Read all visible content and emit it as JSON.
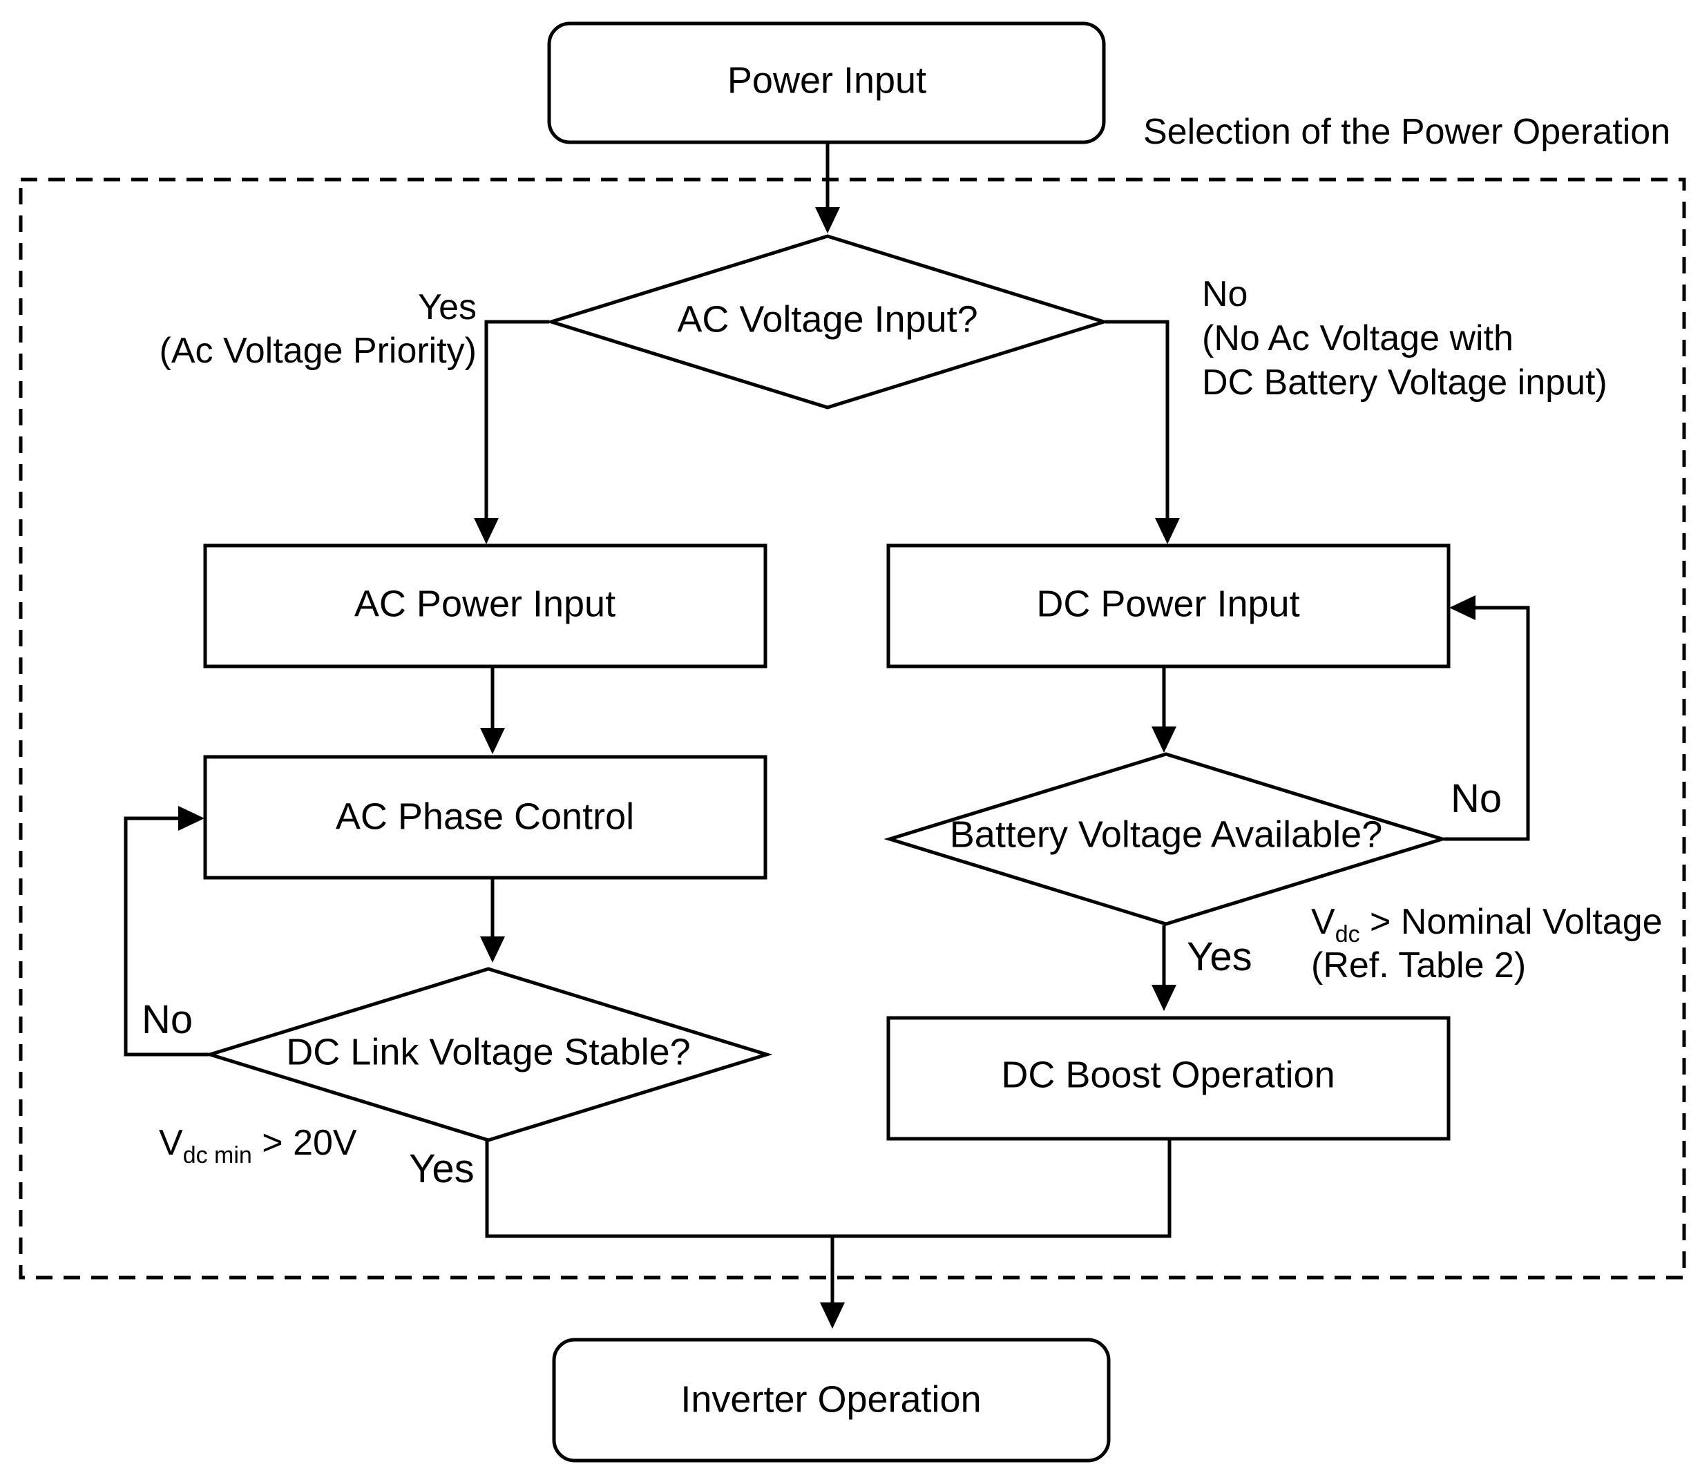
{
  "section_label": "Selection  of the  Power  Operation",
  "nodes": {
    "power_input": "Power  Input",
    "ac_voltage_input": "AC  Voltage  Input?",
    "ac_power_input": "AC  Power  Input",
    "ac_phase_control": "AC  Phase  Control",
    "dc_link_stable": "DC  Link  Voltage  Stable?",
    "dc_power_input": "DC  Power  Input",
    "battery_available": "Battery  Voltage  Available?",
    "dc_boost": "DC  Boost  Operation",
    "inverter_operation": "Inverter  Operation"
  },
  "labels": {
    "ac_yes": "Yes",
    "ac_yes_note": "(Ac  Voltage  Priority)",
    "ac_no": "No",
    "ac_no_note_1": "(No  Ac  Voltage  with",
    "ac_no_note_2": "DC  Battery  Voltage  input)",
    "battery_no": "No",
    "battery_yes": "Yes",
    "battery_cond_v": "V",
    "battery_cond_sub": "dc",
    "battery_cond_rest": " >  Nominal  Voltage",
    "battery_cond_ref": "(Ref.  Table  2)",
    "link_no": "No",
    "link_yes": "Yes",
    "link_cond_v": "V",
    "link_cond_sub": "dc min",
    "link_cond_rest": " >  20V"
  }
}
